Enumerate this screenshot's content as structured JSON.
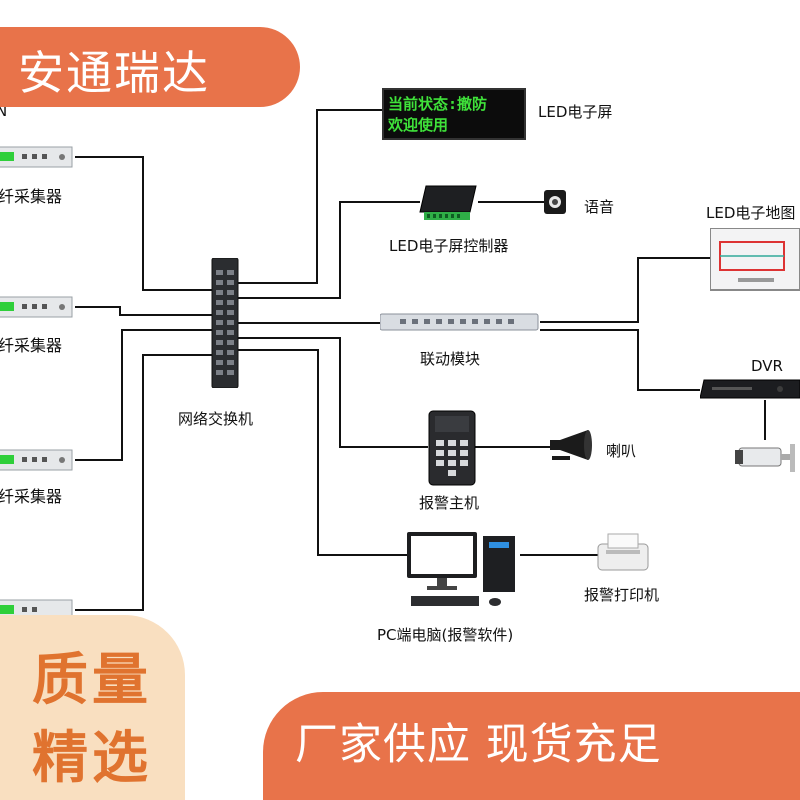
{
  "banner": {
    "brand": "安通瑞达",
    "quality_line1": "质量",
    "quality_line2": "精选",
    "slogan": "厂家供应 现货充足"
  },
  "led_display": {
    "line1": "当前状态:撤防",
    "line2": "欢迎使用"
  },
  "labels": {
    "collector": "纤采集器",
    "cut_letter": "N",
    "switch": "网络交换机",
    "led_screen": "LED电子屏",
    "led_controller": "LED电子屏控制器",
    "voice": "语音",
    "led_map": "LED电子地图",
    "linkage": "联动模块",
    "dvr": "DVR",
    "alarm_host": "报警主机",
    "horn": "喇叭",
    "pc": "PC端电脑(报警软件)",
    "printer": "报警打印机"
  },
  "colors": {
    "accent": "#e8734a",
    "quality_bg": "#f9dfc0",
    "quality_text": "#e0732f",
    "led_text": "#3fe23a"
  }
}
